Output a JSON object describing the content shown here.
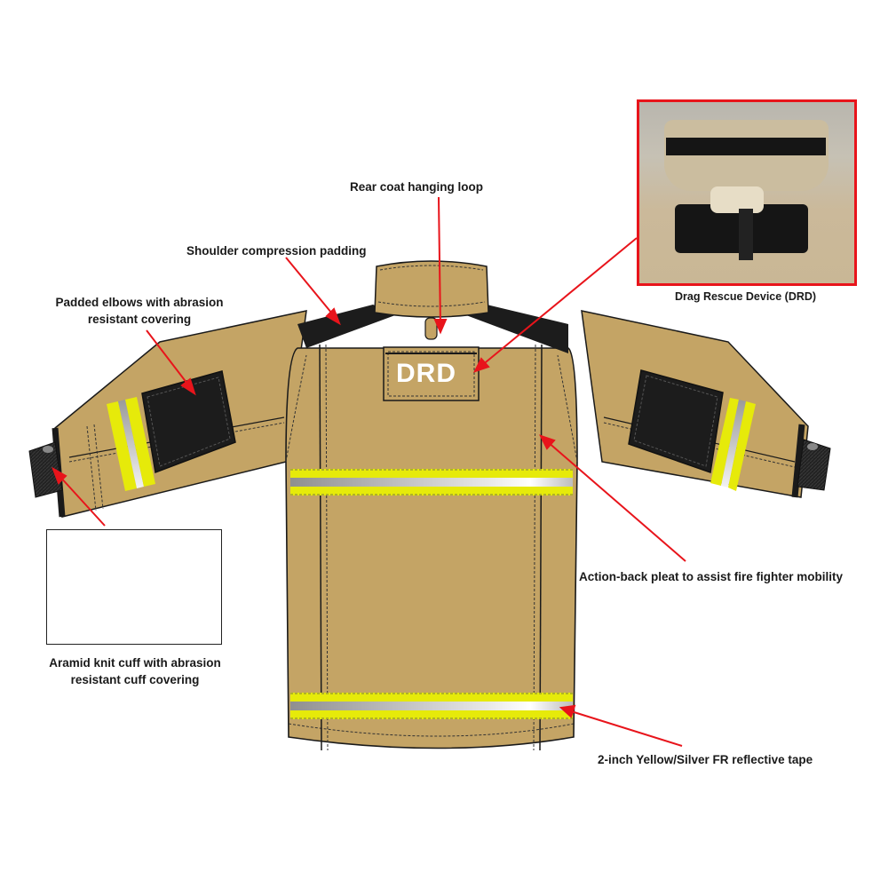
{
  "diagram": {
    "subject": "Firefighter turnout coat - rear view",
    "colors": {
      "fabric": "#c4a465",
      "fabric_shade": "#b8975a",
      "padding": "#1c1c1c",
      "tape_yellow": "#e6ea0a",
      "tape_silver": "#a8a8a8",
      "arrow": "#e8141b",
      "inset_border": "#e8141b"
    },
    "patch_text": "DRD",
    "callouts": [
      {
        "id": "hanging-loop",
        "text": "Rear coat hanging loop"
      },
      {
        "id": "shoulder-padding",
        "text": "Shoulder compression padding"
      },
      {
        "id": "padded-elbows",
        "line1": "Padded elbows with abrasion",
        "line2": "resistant covering"
      },
      {
        "id": "knit-cuff",
        "line1": "Aramid knit cuff with abrasion",
        "line2": "resistant cuff covering"
      },
      {
        "id": "action-back-pleat",
        "text": "Action-back pleat to assist fire fighter mobility"
      },
      {
        "id": "reflective-tape",
        "text": "2-inch Yellow/Silver FR reflective tape"
      },
      {
        "id": "drd",
        "text": "Drag Rescue Device (DRD)"
      }
    ],
    "insets": [
      {
        "id": "drd-photo",
        "caption_ref": "drd"
      },
      {
        "id": "cuff-illustration",
        "caption_ref": "knit-cuff"
      }
    ]
  }
}
